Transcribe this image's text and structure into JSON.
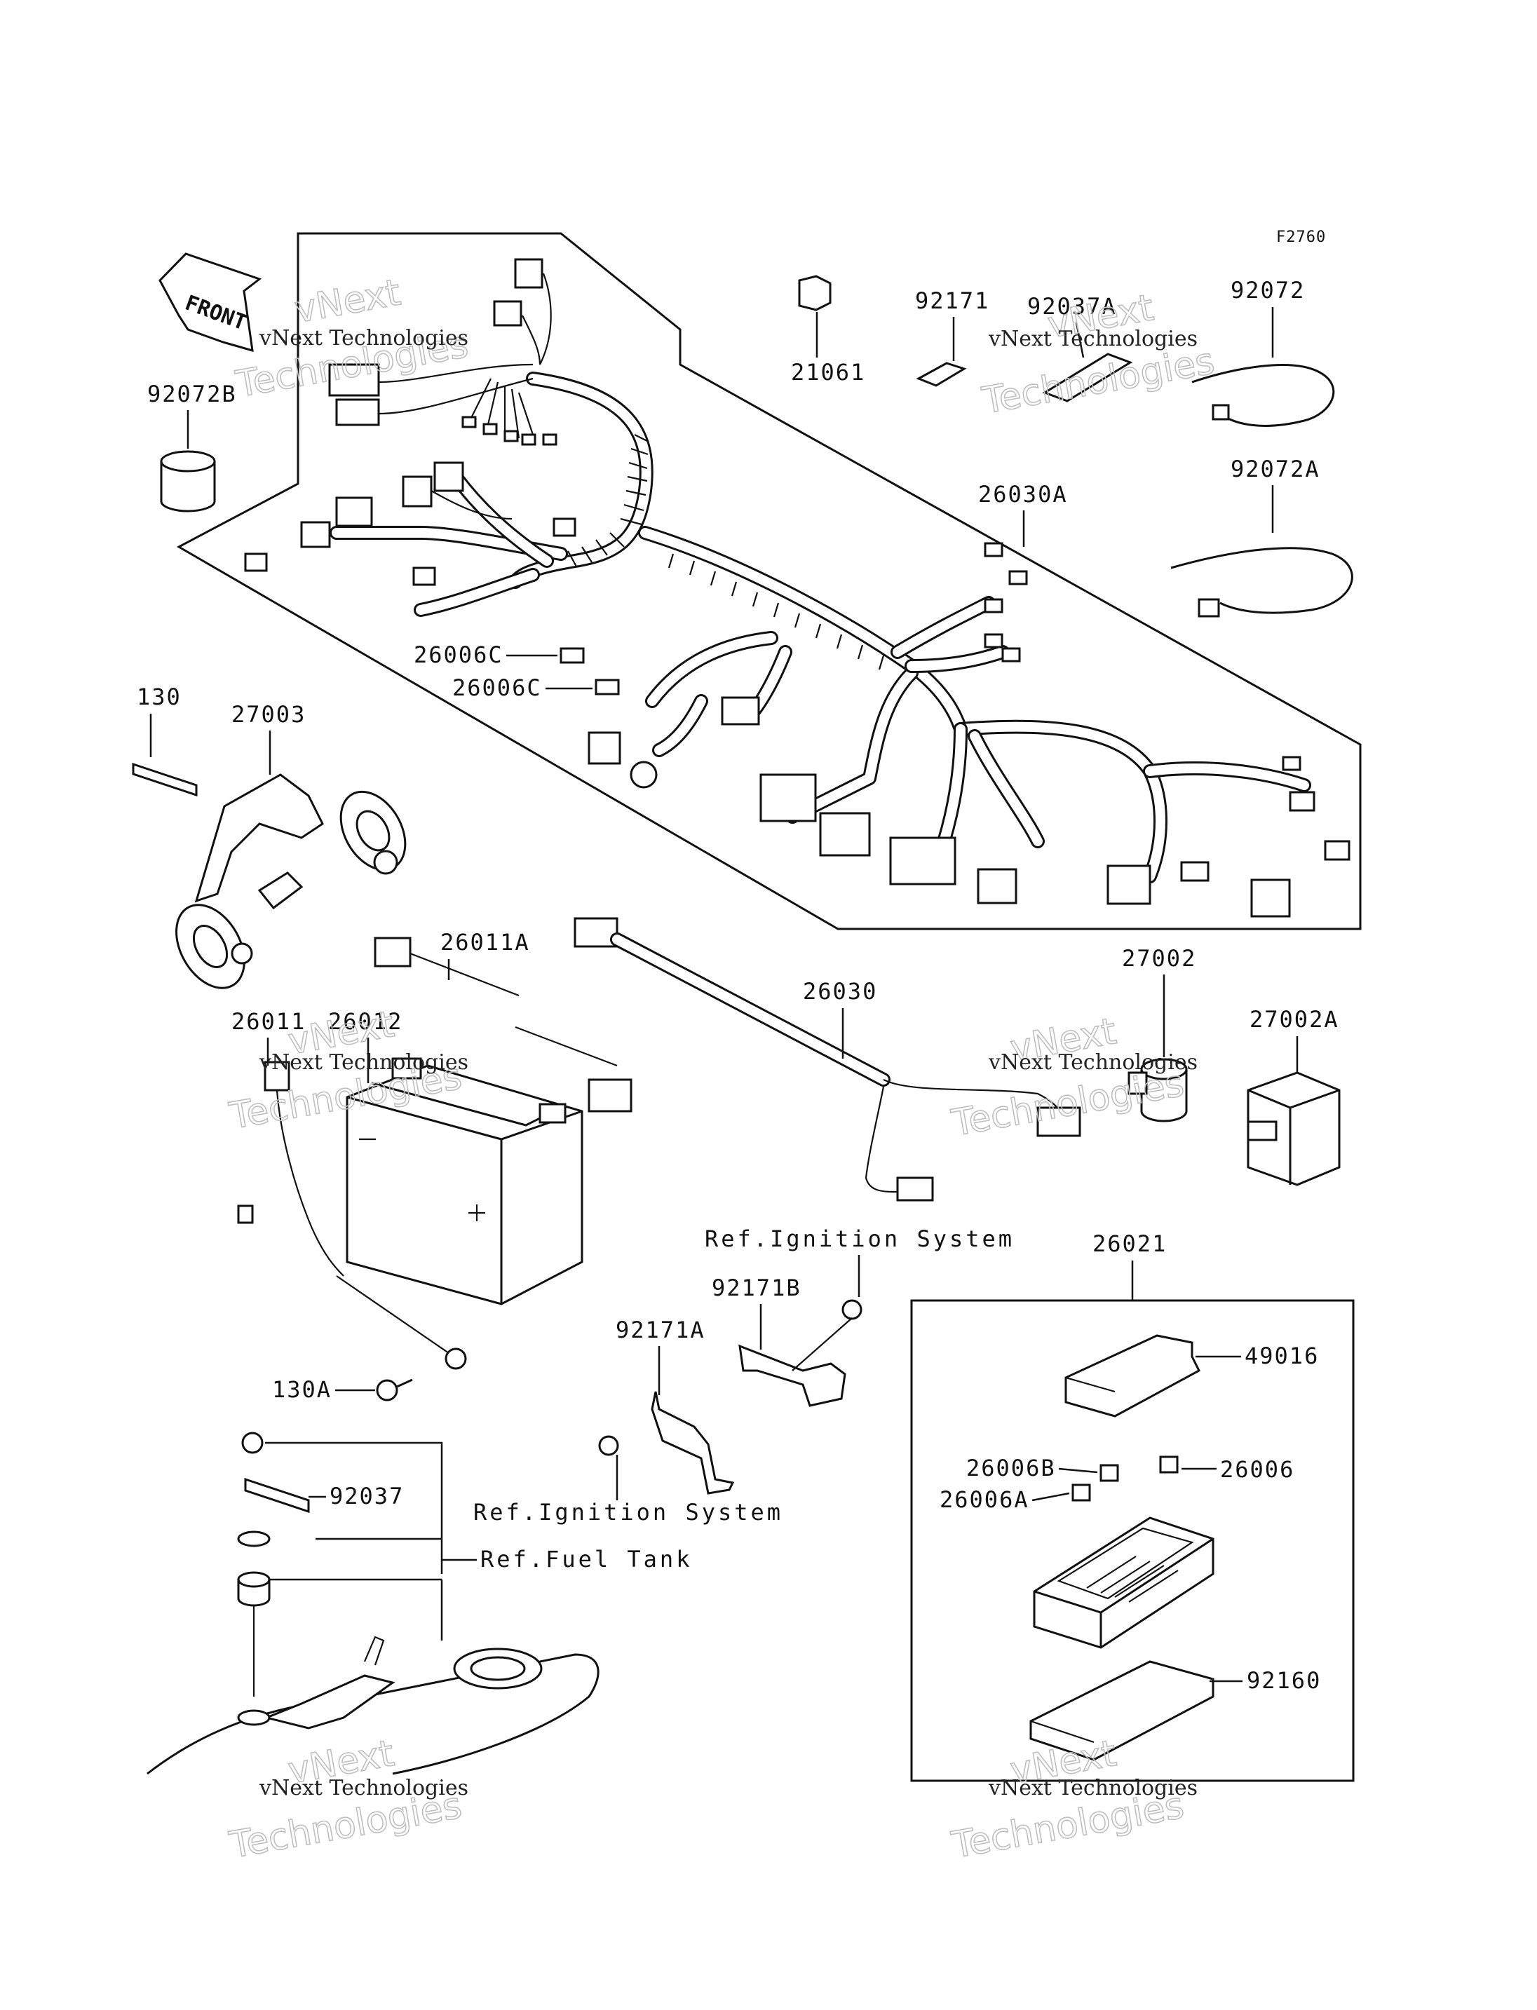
{
  "figure_code": "F2760",
  "front_label": "FRONT",
  "watermark": {
    "line1": "vNext Technologies",
    "line2": "Technologies",
    "line3": "vNext"
  },
  "callouts": {
    "c92072B": "92072B",
    "c21061": "21061",
    "c92171": "92171",
    "c92037A": "92037A",
    "c92072": "92072",
    "c92072A": "92072A",
    "c26030A": "26030A",
    "c26006C_1": "26006C",
    "c26006C_2": "26006C",
    "c130": "130",
    "c27003": "27003",
    "c26011A": "26011A",
    "c26011": "26011",
    "c26012": "26012",
    "c26030": "26030",
    "c27002": "27002",
    "c27002A": "27002A",
    "c92171B": "92171B",
    "c92171A": "92171A",
    "c130A": "130A",
    "c92037": "92037",
    "c26021": "26021",
    "c49016": "49016",
    "c26006B": "26006B",
    "c26006": "26006",
    "c26006A": "26006A",
    "c92160": "92160"
  },
  "references": {
    "ignition_top": "Ref.Ignition System",
    "ignition_bottom": "Ref.Ignition System",
    "fuel_tank": "Ref.Fuel Tank"
  }
}
